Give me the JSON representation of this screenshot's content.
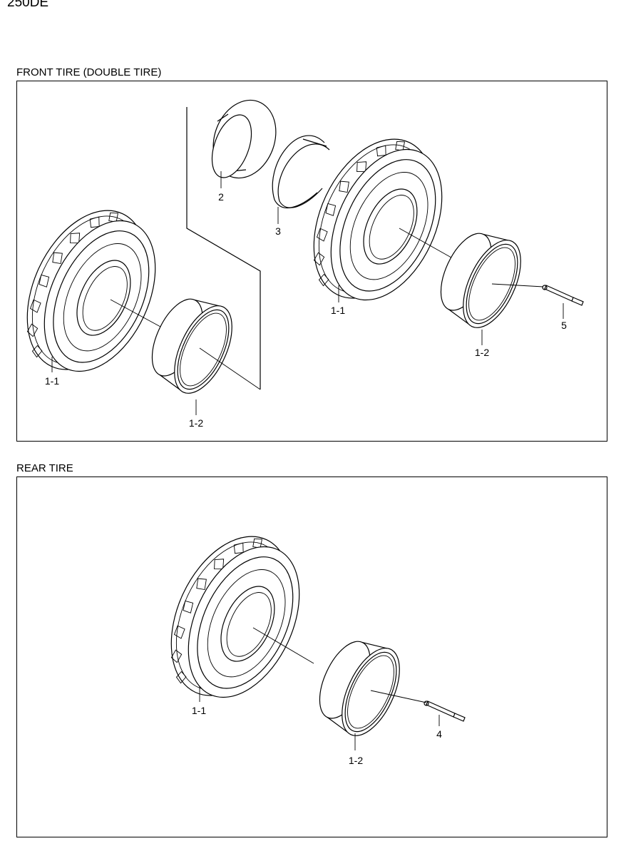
{
  "header": {
    "model": "250DE"
  },
  "sections": {
    "front": {
      "title": "FRONT TIRE (DOUBLE TIRE)",
      "callouts": {
        "p2": "2",
        "p3": "3",
        "p1_1_left": "1-1",
        "p1_2_left": "1-2",
        "p1_1_right": "1-1",
        "p1_2_right": "1-2",
        "p5": "5"
      }
    },
    "rear": {
      "title": "REAR TIRE",
      "callouts": {
        "p1_1": "1-1",
        "p1_2": "1-2",
        "p4": "4"
      }
    }
  }
}
